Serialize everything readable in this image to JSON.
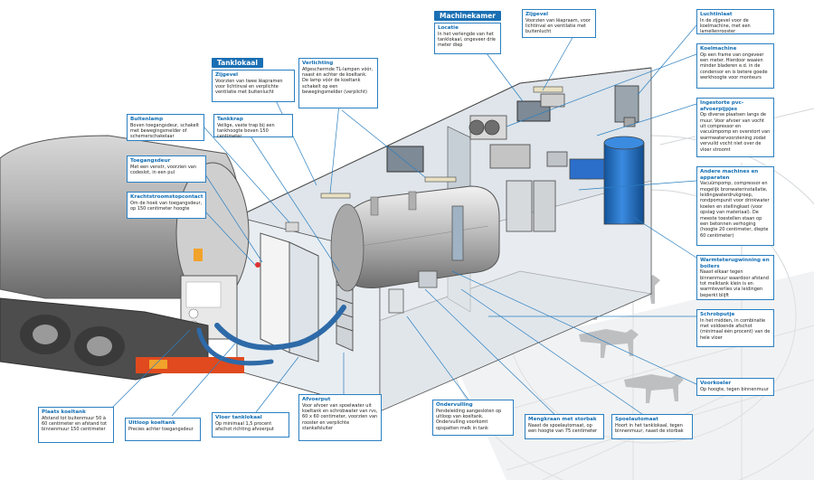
{
  "sections": {
    "tanklokaal": "Tanklokaal",
    "machinekamer": "Machinekamer"
  },
  "callouts": {
    "zijgevel_tank": {
      "title": "Zijgevel",
      "text": "Voorzien van twee lêapramen voor lichtinval en verplichte ventilatie met buitenlucht"
    },
    "verlichting": {
      "title": "Verlichting",
      "text": "Afgeschermde TL-lampen vóór, naast én achter de koeltank. De lamp vóór de koeltank schakelt op een bewegingsmelder (verplicht)"
    },
    "locatie": {
      "title": "Locatie",
      "text": "In het verlengde van het tanklokaal, ongeveer drie meter diep"
    },
    "zijgevel_machine": {
      "title": "Zijgevel",
      "text": "Voorzien van lêapraam, voor lichtinval en ventilatie met buitenlucht"
    },
    "luchtinlaat": {
      "title": "Luchtinlaat",
      "text": "In de zijgevel voor de koelmachine, met een lamellenrooster"
    },
    "koelmachine": {
      "title": "Koelmachine",
      "text": "Op een frame van ongeveer een meter. Hierdoor waaien minder bladeren e.d. in de condensor en is betere goede werkhoogte voor monteurs"
    },
    "ingestorte": {
      "title": "Ingestorte pvc-afvoerpijpjes",
      "text": "Op diverse plaatsen langs de muur. Voor afvoer van vocht uit compressor en vacuümpomp en overstort van warmwatervoorziening zodat vervuild vocht niet over de vloer stroomt"
    },
    "andere": {
      "title": "Andere machines en apparaten",
      "text": "Vacuümpomp, compressor en mogelijk bronwaterinstallatie, leidingwaterdrukgroep, rondpompunit voor drinkwater koelen en stellingkast (voor opslag van materiaal). De meeste toestellen staan op een betonnen verhoging (hoogte 20 centimeter, diepte 60 centimeter)"
    },
    "warmtewinning": {
      "title": "Warmteterugwinning en boilers",
      "text": "Naast elkaar tegen binnenmuur waardoor afstand tot melktank klein is en warmteverlies via leidingen beperkt blijft"
    },
    "schrobputje": {
      "title": "Schrobputje",
      "text": "In het midden, in combinatie met voldoende afschot (minimaal één procent) van de hele vloer"
    },
    "voorkoeler": {
      "title": "Voorkoeler",
      "text": "Op hoogte, tegen binnenmuur"
    },
    "buitenlamp": {
      "title": "Buitenlamp",
      "text": "Boven toegangsdeur, schakelt met bewegingsmelder of schemerschakelaar"
    },
    "tankkrap": {
      "title": "Tankkrap",
      "text": "Veilige, vaste trap bij een tankhoogte boven 150 centimeter"
    },
    "toegangsdeur": {
      "title": "Toegangsdeur",
      "text": "Met een venstr, voorzien van codeslot, in een pul"
    },
    "krachtstroom": {
      "title": "Krachtstroomstopcontact",
      "text": "Om de hoek van toegangsdeur, op 150 centimeter hoogte"
    },
    "plaats_koeltank": {
      "title": "Plaats koeltank",
      "text": "Afstand tot buitenmuur 50 à 60 centimeter en afstand tot binnenmuur 150 centimeter"
    },
    "uitloop": {
      "title": "Uitloop koeltank",
      "text": "Precies achter toegangsdeur"
    },
    "vloer": {
      "title": "Vloer tanklokaal",
      "text": "Op minimaal 1,5 procent afschot richting afvoerput"
    },
    "afvoerput": {
      "title": "Afvoerput",
      "text": "Voor afvoer van spoelwater uit koeltank en schrobwater van rvs, 60 x 60 centimeter, voorzien van rooster en verplichte stankafsluiter"
    },
    "ondervulling": {
      "title": "Ondervulling",
      "text": "Pendeleiding aangesloten op uitloop van koeltank. Ondervulling voorkomt opspatten melk in tank"
    },
    "mengkraan": {
      "title": "Mengkraan met storbak",
      "text": "Naast de spoelautomaat, op een hoogte van 75 centimeter"
    },
    "spoelautomaat": {
      "title": "Spoelautomaat",
      "text": "Hoort in het tanklokaal, tegen binnenmuur, naast de storbak"
    }
  },
  "colors": {
    "accent": "#1a6fb3",
    "line": "#2a7fc1",
    "wall": "#dfe5ea",
    "boiler": "#1f6fc9"
  }
}
